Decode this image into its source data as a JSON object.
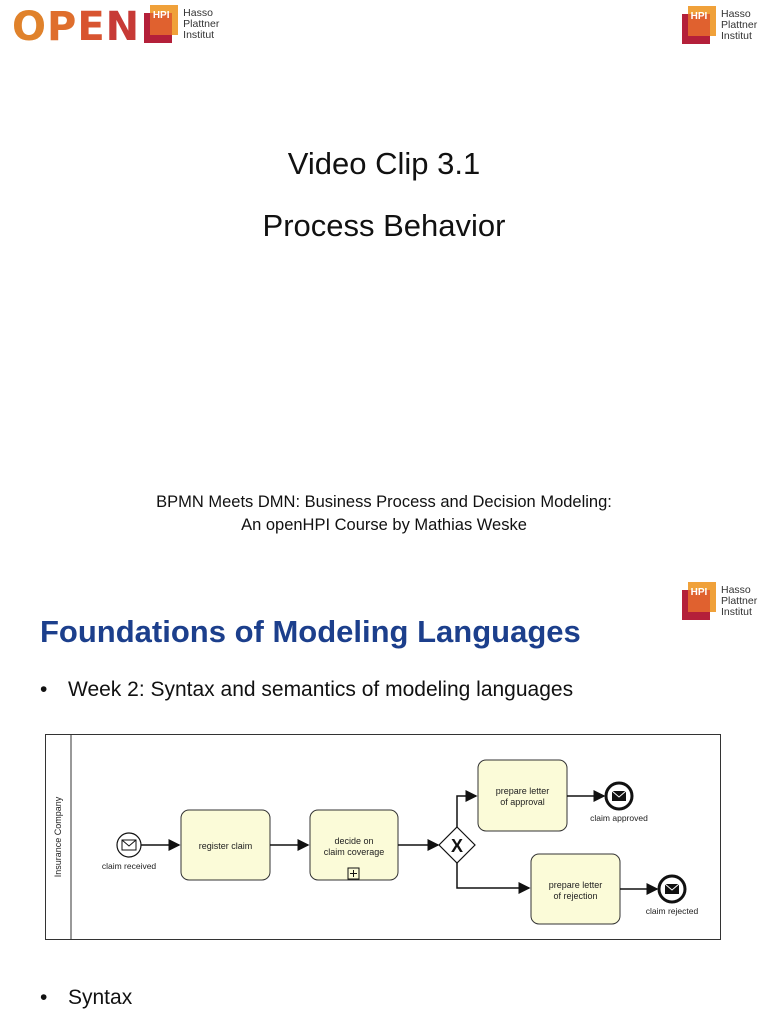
{
  "logos": {
    "open_word": [
      "O",
      "P",
      "E",
      "N"
    ],
    "hpi_badge": "HPI",
    "hpi_name": [
      "Hasso",
      "Plattner",
      "Institut"
    ]
  },
  "slide1": {
    "title_line1": "Video Clip 3.1",
    "title_line2": "Process Behavior",
    "course_line1": "BPMN Meets DMN: Business Process and Decision Modeling:",
    "course_line2": "An openHPI Course by Mathias Weske"
  },
  "slide2": {
    "heading": "Foundations of Modeling Languages",
    "bullet1": "Week 2: Syntax and semantics of modeling languages",
    "bullet2": "Syntax",
    "bullet_char": "•",
    "diagram": {
      "pool_label": "Insurance Company",
      "start_event": "claim received",
      "task_register": "register claim",
      "task_decide": [
        "decide on",
        "claim coverage"
      ],
      "gateway_symbol": "X",
      "task_approval": [
        "prepare letter",
        "of approval"
      ],
      "task_rejection": [
        "prepare letter",
        "of rejection"
      ],
      "end_approved": "claim approved",
      "end_rejected": "claim rejected"
    }
  },
  "colors": {
    "heading_blue": "#1c3f8c",
    "task_fill": "#fbfbd8",
    "hpi_red": "#b4203a",
    "hpi_orange": "#f0a13a"
  }
}
